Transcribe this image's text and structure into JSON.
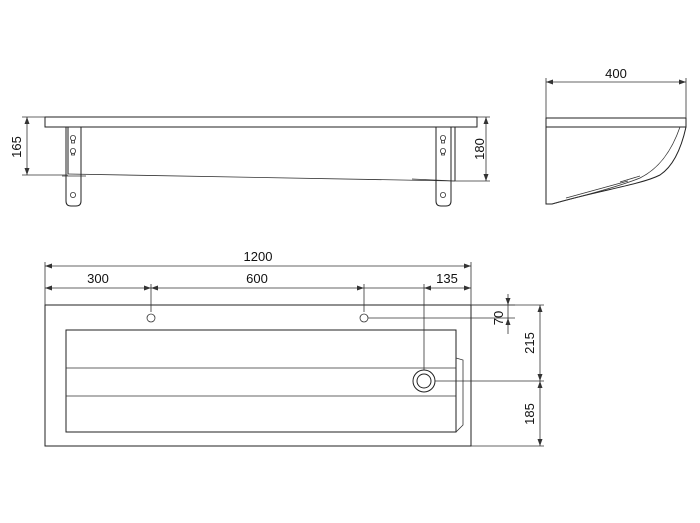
{
  "colors": {
    "line": "#222222",
    "background": "#ffffff"
  },
  "dimensions": {
    "front_top_height": "165",
    "front_total_height": "180",
    "side_depth": "400",
    "plan_width": "1200",
    "plan_hole_offset": "300",
    "plan_hole_spacing": "600",
    "plan_drain_offset": "135",
    "plan_hole_from_top": "70",
    "plan_drain_from_top": "215",
    "plan_drain_from_bottom": "185"
  }
}
